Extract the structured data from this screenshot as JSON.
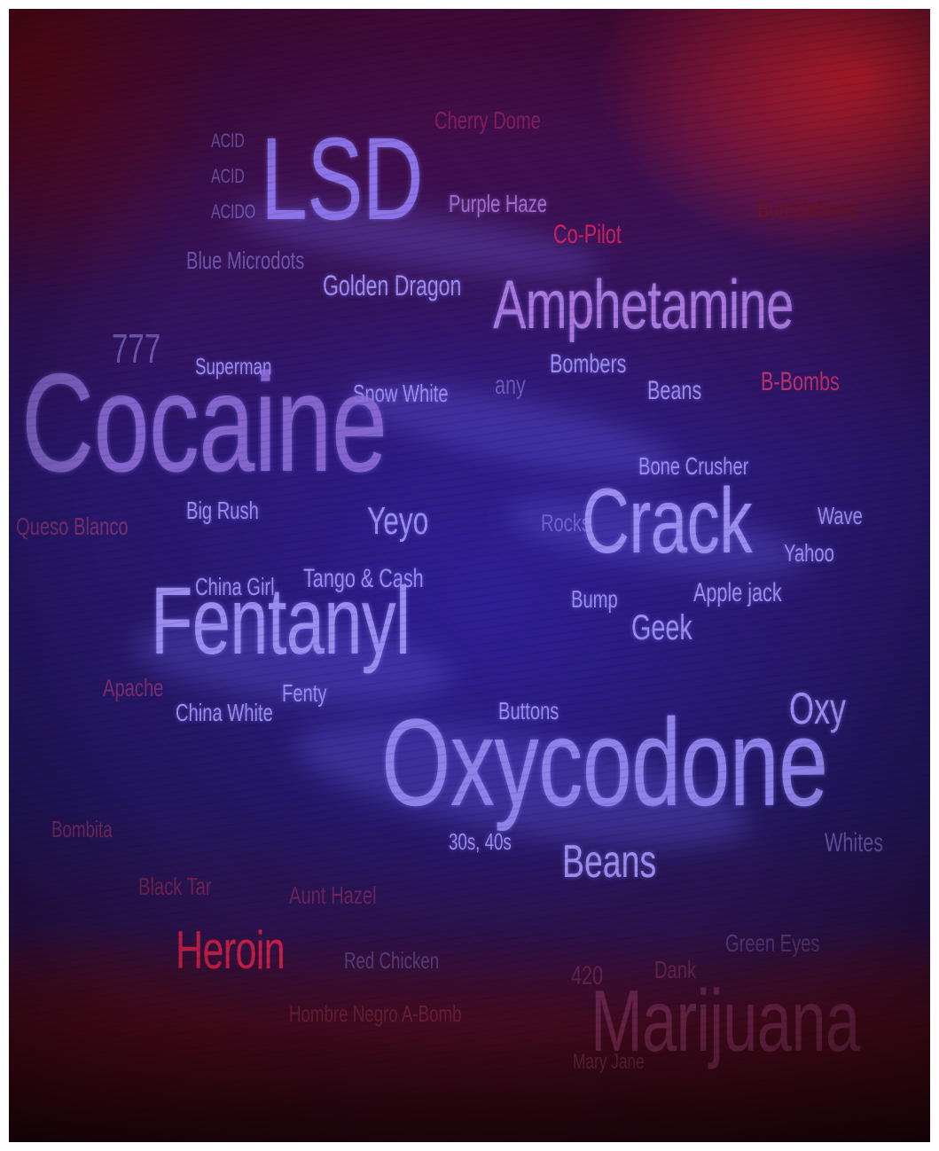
{
  "words": {
    "lsd": "LSD",
    "acid_stack_1": "ACID",
    "acid_stack_2": "ACID",
    "acid_stack_3": "ACIDO",
    "cherry_dome": "Cherry Dome",
    "purple_haze": "Purple Haze",
    "co_pilot": "Co-Pilot",
    "bumblebees": "Bumblebees",
    "blue_microdots": "Blue Microdots",
    "golden_dragon": "Golden Dragon",
    "amphetamine": "Amphetamine",
    "triple_seven": "777",
    "superman": "Superman",
    "snow_white": "Snow White",
    "any": "any",
    "bombers": "Bombers",
    "beans_top": "Beans",
    "b_bombs": "B-Bombs",
    "cocaine": "Cocaine",
    "bone_crusher": "Bone Crusher",
    "queso_blanco": "Queso Blanco",
    "big_rush": "Big Rush",
    "yeyo": "Yeyo",
    "rocks": "Rocks",
    "crack": "Crack",
    "wave": "Wave",
    "yahoo": "Yahoo",
    "china_girl": "China Girl",
    "tango_cash": "Tango & Cash",
    "fentanyl": "Fentanyl",
    "bump": "Bump",
    "apple_jack": "Apple jack",
    "geek": "Geek",
    "apache": "Apache",
    "china_white": "China White",
    "fenty": "Fenty",
    "buttons": "Buttons",
    "oxy": "Oxy",
    "oxycodone": "Oxycodone",
    "bombita": "Bombita",
    "thirties_forties": "30s, 40s",
    "beans_bottom": "Beans",
    "whites": "Whites",
    "black_tar": "Black Tar",
    "aunt_hazel": "Aunt Hazel",
    "green_eyes": "Green Eyes",
    "heroin": "Heroin",
    "red_chicken": "Red Chicken",
    "dank": "Dank",
    "four_twenty": "420",
    "marijuana": "Marijuana",
    "hombre_negro": "Hombre Negro  A-Bomb",
    "mary_jane": "Mary Jane"
  },
  "colors": {
    "word_primary": "#9b8cf0",
    "word_red": "#d4205a",
    "background_blue": "#22165f",
    "background_red": "#c81e32"
  }
}
